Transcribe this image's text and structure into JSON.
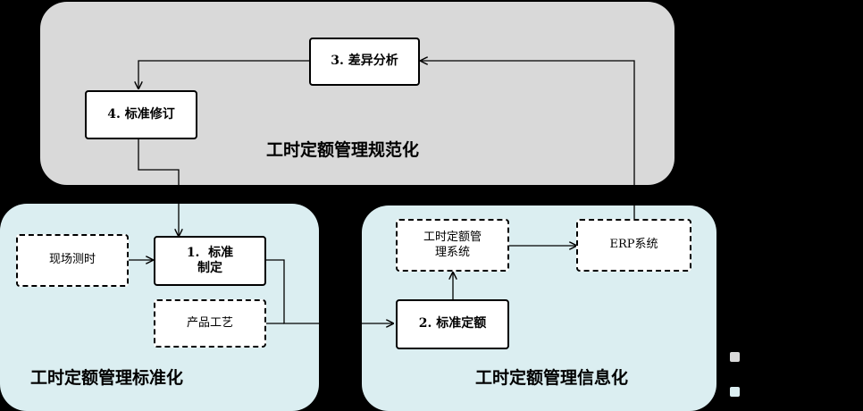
{
  "panels": {
    "normalization": {
      "title": "工时定额管理规范化"
    },
    "standardization": {
      "title": "工时定额管理标准化"
    },
    "informatization": {
      "title": "工时定额管理信息化"
    }
  },
  "nodes": {
    "diff_analysis": "3. 差异分析",
    "std_revision": "4. 标准修订",
    "field_timing": "现场测时",
    "std_making_line1": "1.  标准",
    "std_making_line2": "制定",
    "product_process": "产品工艺",
    "std_quota": "2. 标准定额",
    "quota_system_line1": "工时定额管",
    "quota_system_line2": "理系统",
    "erp": "ERP系统"
  },
  "legend": {
    "colors": [
      "#d9d9d9",
      "#dbeef1"
    ]
  },
  "colors": {
    "background": "#000000",
    "top_panel": "#d9d9d9",
    "bottom_panels": "#dbeef1"
  }
}
